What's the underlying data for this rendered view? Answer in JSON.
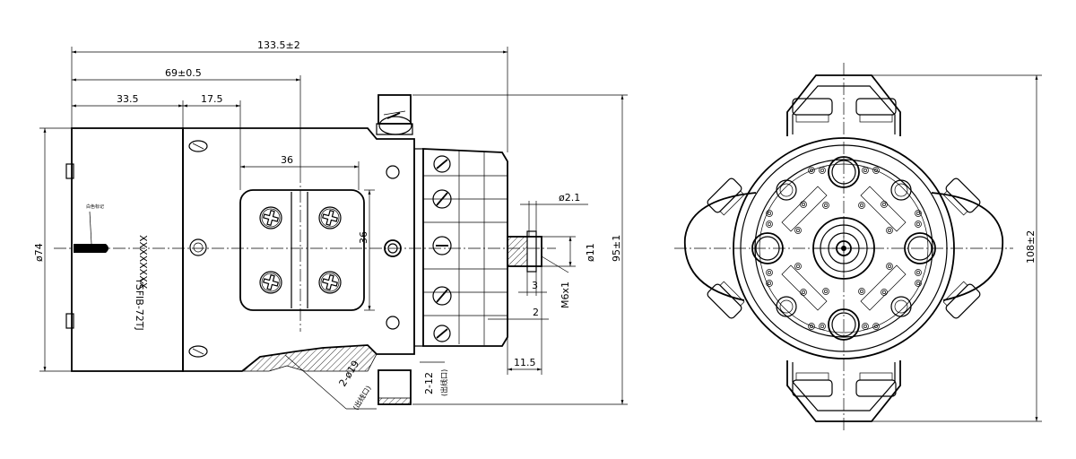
{
  "front_view": {
    "dims": {
      "overall_length": "133.5±2",
      "length_69": "69±0.5",
      "length_33": "33.5",
      "length_17": "17.5",
      "width_36_h": "36",
      "height_36_v": "36",
      "diameter_74": "ø74",
      "height_95": "95±1",
      "pin_dia": "ø2.1",
      "boss_dia": "ø11",
      "thread": "M6x1",
      "depth_3": "3",
      "depth_2": "2",
      "offset_11_5": "11.5"
    },
    "body_label_1": "XXXXXXXX",
    "body_label_2": "YSFIB-72TJ",
    "arrow_note": "白色标记",
    "outlet_label_1": "2-ø19",
    "outlet_label_1_sub": "(出线口)",
    "outlet_label_2": "2-12",
    "outlet_label_2_sub": "(出线口)"
  },
  "side_view": {
    "dims": {
      "height_108": "108±2"
    }
  }
}
